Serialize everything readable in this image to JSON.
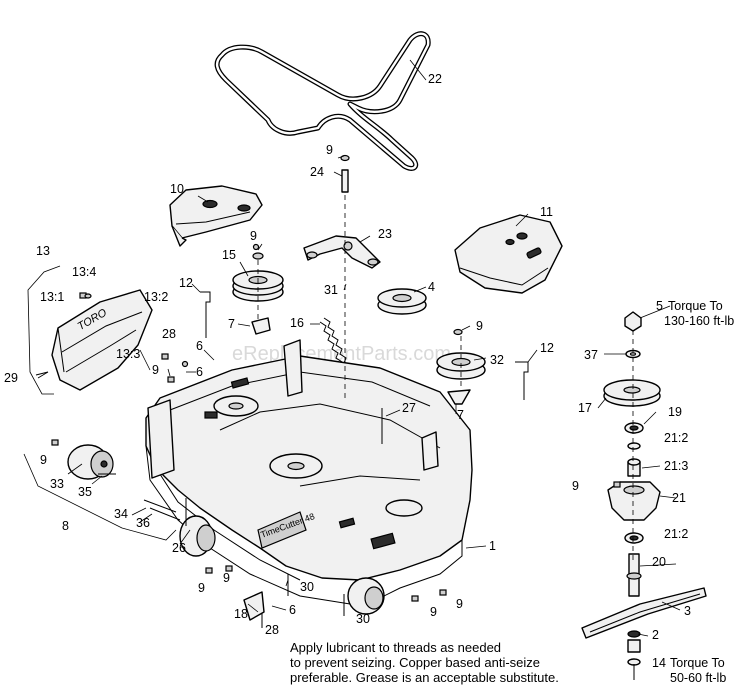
{
  "watermark": "eReplacementParts.com",
  "callouts": {
    "c1": "1",
    "c2": "2",
    "c3": "3",
    "c4": "4",
    "c5": "5",
    "c5_torque_a": "Torque To",
    "c5_torque_b": "130-160 ft-lb",
    "c6a": "6",
    "c6b": "6",
    "c6c": "6",
    "c7a": "7",
    "c7b": "7",
    "c8": "8",
    "c9a": "9",
    "c9b": "9",
    "c9c": "9",
    "c9d": "9",
    "c9e": "9",
    "c9f": "9",
    "c9g": "9",
    "c9h": "9",
    "c9i": "9",
    "c9j": "9",
    "c10": "10",
    "c11": "11",
    "c12a": "12",
    "c12b": "12",
    "c13": "13",
    "c13_1": "13:1",
    "c13_2": "13:2",
    "c13_3": "13:3",
    "c13_4": "13:4",
    "c14": "14",
    "c14_torque_a": "Torque To",
    "c14_torque_b": "50-60 ft-lb",
    "c15": "15",
    "c16": "16",
    "c17": "17",
    "c18": "18",
    "c19": "19",
    "c20": "20",
    "c21": "21",
    "c21_2a": "21:2",
    "c21_2b": "21:2",
    "c21_3": "21:3",
    "c22": "22",
    "c23": "23",
    "c24": "24",
    "c26": "26",
    "c27": "27",
    "c28a": "28",
    "c28b": "28",
    "c29": "29",
    "c30a": "30",
    "c30b": "30",
    "c31": "31",
    "c32": "32",
    "c33": "33",
    "c34": "34",
    "c35": "35",
    "c36": "36",
    "c37": "37"
  },
  "deck_label": "TimeCutter 48",
  "note": {
    "line1": "Apply lubricant to threads as needed",
    "line2": "to prevent seizing. Copper based anti-seize",
    "line3": "preferable. Grease is an acceptable substitute."
  }
}
